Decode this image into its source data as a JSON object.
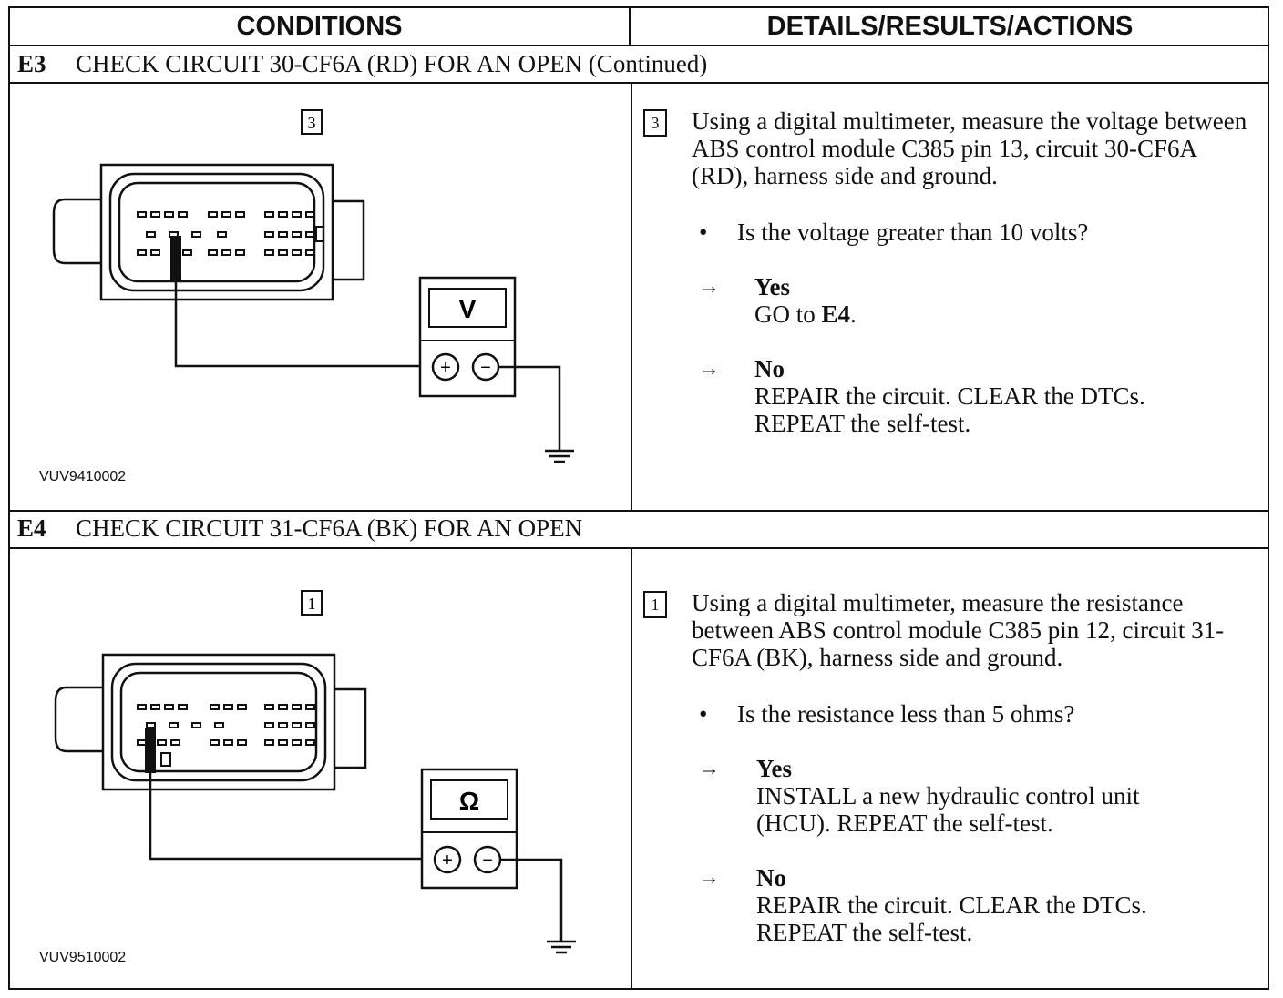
{
  "header": {
    "conditions": "CONDITIONS",
    "details": "DETAILS/RESULTS/ACTIONS"
  },
  "e3": {
    "code": "E3",
    "title": "CHECK CIRCUIT 30-CF6A (RD) FOR AN OPEN (Continued)",
    "figure": {
      "step": "3",
      "meter": "V",
      "plus": "+",
      "minus": "−",
      "label": "VUV9410002"
    },
    "step": "3",
    "instruction": "Using a digital multimeter, measure the voltage between ABS control module C385 pin 13, circuit 30-CF6A (RD), harness side and ground.",
    "bullet": "•",
    "question": "Is the voltage greater than 10 volts?",
    "arrow": "→",
    "yes_label": "Yes",
    "yes_prefix": "GO to ",
    "yes_ref": "E4",
    "yes_suffix": ".",
    "no_label": "No",
    "no_line1": "REPAIR the circuit. CLEAR the DTCs.",
    "no_line2": "REPEAT the self-test."
  },
  "e4": {
    "code": "E4",
    "title": "CHECK CIRCUIT 31-CF6A (BK) FOR AN OPEN",
    "figure": {
      "step": "1",
      "meter": "Ω",
      "plus": "+",
      "minus": "−",
      "label": "VUV9510002"
    },
    "step": "1",
    "instruction": "Using a digital multimeter, measure the resistance between ABS control module C385 pin 12, circuit 31-CF6A (BK), harness side and ground.",
    "bullet": "•",
    "question": "Is the resistance less than 5 ohms?",
    "arrow": "→",
    "yes_label": "Yes",
    "yes_line1": "INSTALL a new hydraulic control unit",
    "yes_line2": "(HCU). REPEAT the self-test.",
    "no_label": "No",
    "no_line1": "REPAIR the circuit. CLEAR the DTCs.",
    "no_line2": "REPEAT the self-test."
  }
}
